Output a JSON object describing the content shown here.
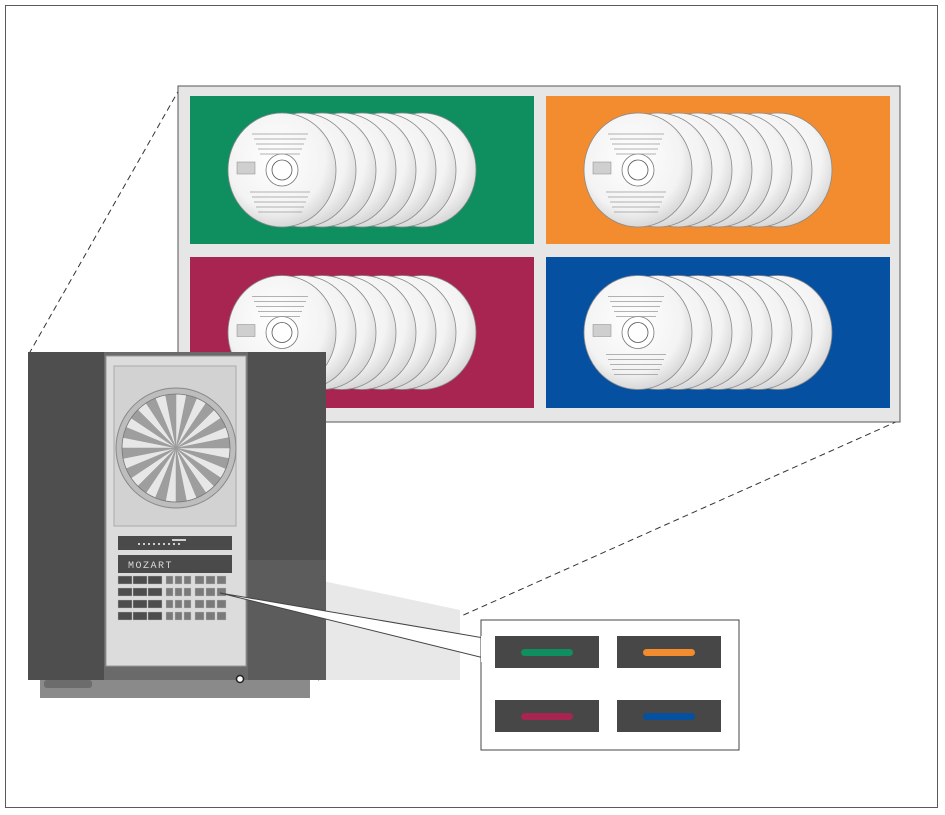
{
  "colors": {
    "green": "#0f8f5f",
    "orange": "#f28c2e",
    "crimson": "#a82451",
    "blue": "#0550a0",
    "panel_bg": "#e6e6e6",
    "cabinet": "#555555",
    "control_face": "#dcdcdc",
    "key_dark": "#474747"
  },
  "zoom_panel": {
    "groups": [
      {
        "color_key": "green"
      },
      {
        "color_key": "orange"
      },
      {
        "color_key": "crimson"
      },
      {
        "color_key": "blue"
      }
    ]
  },
  "device": {
    "display_text": "MOZART"
  },
  "color_keys": [
    {
      "color_key": "green"
    },
    {
      "color_key": "orange"
    },
    {
      "color_key": "crimson"
    },
    {
      "color_key": "blue"
    }
  ],
  "icons": [
    "cd-disc-icon",
    "cd-logo-icon",
    "disc-wheel-icon",
    "headphone-jack-icon"
  ]
}
